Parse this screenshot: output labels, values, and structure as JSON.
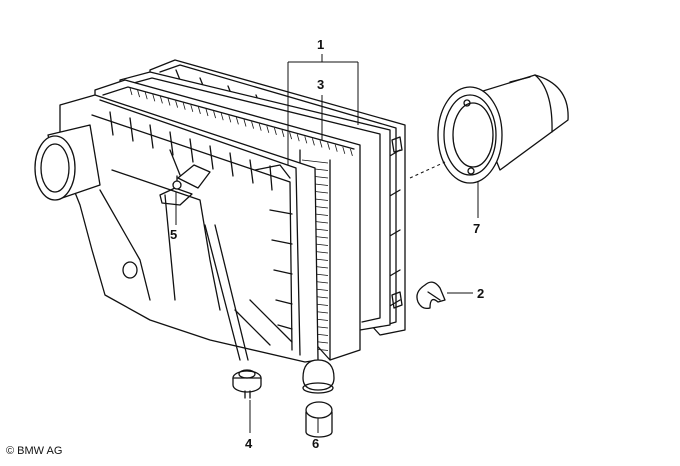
{
  "diagram": {
    "callouts": [
      {
        "id": "1",
        "label": "1"
      },
      {
        "id": "2",
        "label": "2"
      },
      {
        "id": "3",
        "label": "3"
      },
      {
        "id": "4",
        "label": "4"
      },
      {
        "id": "5",
        "label": "5"
      },
      {
        "id": "6",
        "label": "6"
      },
      {
        "id": "7",
        "label": "7"
      }
    ],
    "copyright": "© BMW AG"
  }
}
